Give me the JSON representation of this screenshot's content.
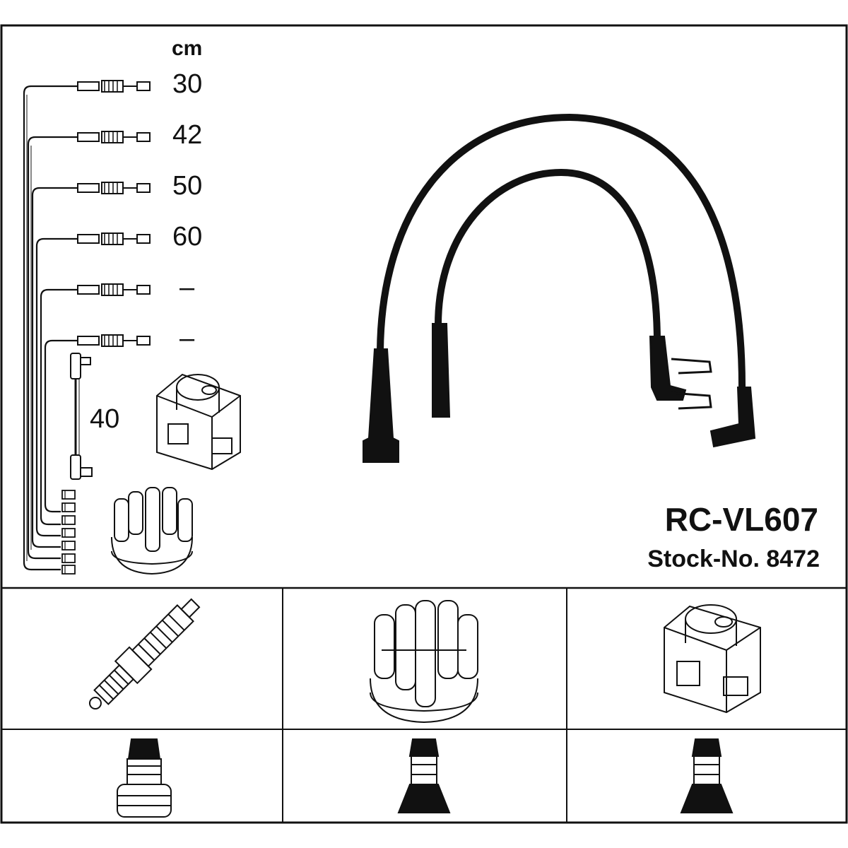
{
  "lengths": {
    "unit": "cm",
    "items": [
      "30",
      "42",
      "50",
      "60",
      "–",
      "–"
    ],
    "coil_lead": "40"
  },
  "product": {
    "code": "RC-VL607",
    "stock_label": "Stock-No. 8472"
  },
  "icons": [
    "spark-plug-icon",
    "distributor-cap-icon",
    "ignition-coil-icon",
    "plug-boot-icon",
    "distributor-boot-icon",
    "coil-boot-icon"
  ],
  "colors": {
    "line": "#111111",
    "background": "#ffffff"
  }
}
